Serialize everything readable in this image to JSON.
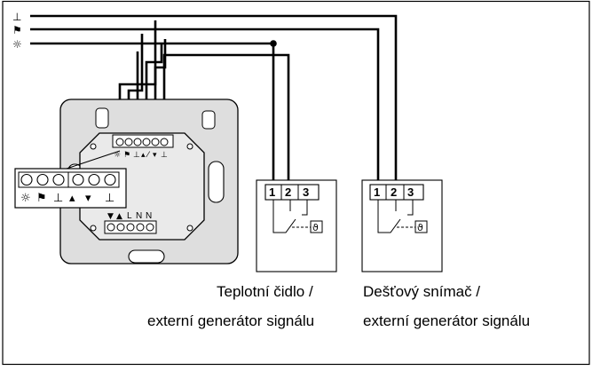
{
  "rails": {
    "labels": [
      "⊥",
      "⚑",
      "☼"
    ]
  },
  "device": {
    "top_terminal_symbols": "☼⚑⊥▴⁄▾⊥",
    "top_terminal_symbols_display": [
      "☼",
      "⚑",
      "⊥",
      "▴",
      "⁄",
      "▾",
      "⊥"
    ],
    "inset_symbols": [
      "☼",
      "⚑",
      "⊥",
      "▴",
      "▾",
      "⊥"
    ],
    "bottom_terminal_labels": [
      "▼",
      "▲",
      "L",
      "N",
      "N"
    ]
  },
  "sensors": [
    {
      "terminals": [
        "1",
        "2",
        "3"
      ],
      "caption_line1": "Teplotní čidlo /",
      "caption_line2": "externí generátor signálu"
    },
    {
      "terminals": [
        "1",
        "2",
        "3"
      ],
      "caption_line1": "Dešťový snímač /",
      "caption_line2": "externí generátor signálu"
    }
  ],
  "relay_symbol": "ϑ"
}
